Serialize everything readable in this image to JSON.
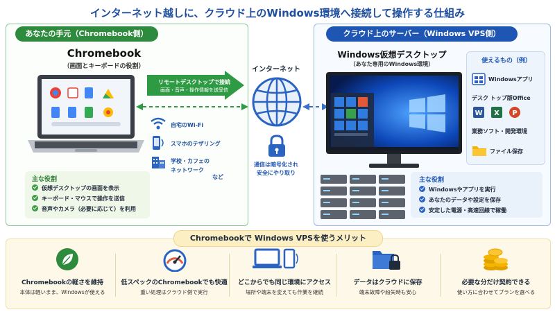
{
  "title": "インターネット越しに、クラウド上のWindows環境へ接続して操作する仕組み",
  "left": {
    "header": "あなたの手元（Chromebook側）",
    "device_title": "Chromebook",
    "device_sub": "（画面とキーボードの役割）",
    "connections": [
      "自宅のWi-Fi",
      "スマホのテザリング",
      "学校・カフェの",
      "ネットワーク",
      "など"
    ],
    "role_title": "主な役割",
    "roles": [
      "仮想デスクトップの画面を表示",
      "キーボード・マウスで操作を送信",
      "音声やカメラ（必要に応じて）を利用"
    ]
  },
  "arrow": {
    "label": "リモートデスクトップで接続",
    "sub": "画面・音声・操作情報を送受信"
  },
  "internet": {
    "label": "インターネット",
    "enc_line1": "通信は暗号化され",
    "enc_line2": "安全にやり取り"
  },
  "right": {
    "header": "クラウド上のサーバー（Windows VPS側）",
    "desktop_title": "Windows仮想デスクトップ",
    "desktop_sub": "（あなた専用のWindows環境）",
    "uses_title": "使えるもの（例）",
    "uses": [
      "Windowsアプリ",
      "デスク トップ版Office",
      "業務ソフト・開発環境",
      "ファイル保存"
    ],
    "role_title": "主な役割",
    "roles": [
      "Windowsやアプリを実行",
      "あなたのデータや設定を保存",
      "安定した電源・高速回線で稼働"
    ]
  },
  "merits": {
    "title": "Chromebookで Windows VPSを使うメリット",
    "items": [
      {
        "title": "Chromebookの軽さを維持",
        "sub": "本体は軽いまま、Windowsが使える",
        "icon": "leaf-icon"
      },
      {
        "title": "低スペックのChromebookでも快適",
        "sub": "重い処理はクラウド側で実行",
        "icon": "speedometer-icon"
      },
      {
        "title": "どこからでも同じ環境にアクセス",
        "sub": "場所や端末を変えても作業を継続",
        "icon": "devices-icon"
      },
      {
        "title": "データはクラウドに保存",
        "sub": "端末故障や紛失時も安心",
        "icon": "secure-folder-icon"
      },
      {
        "title": "必要な分だけ契約できる",
        "sub": "使い方に合わせてプランを選べる",
        "icon": "coins-icon"
      }
    ]
  },
  "colors": {
    "green": "#2e8b3e",
    "blue": "#1f56b3",
    "title_blue": "#1f4f9e",
    "arrow_green": "#2f9a44"
  }
}
